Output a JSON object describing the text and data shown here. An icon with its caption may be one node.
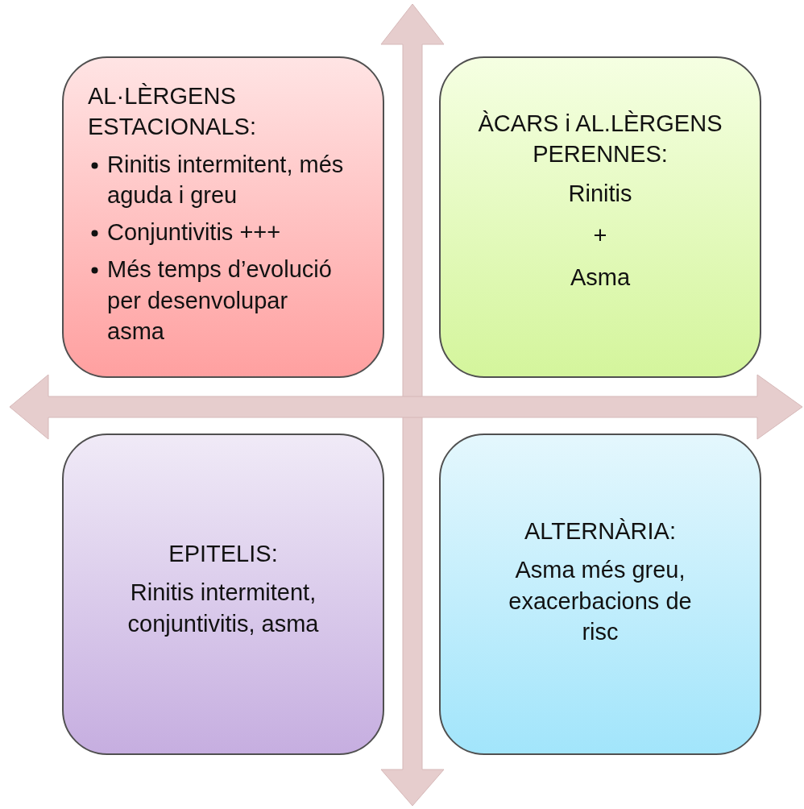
{
  "diagram": {
    "nodes": [
      {
        "text": [
          "AL·LÈRGENS ESTACIONALS:",
          "Rinitis intermitent, més aguda i greu",
          "Conjuntivitis +++",
          "Més temps d’evolució per desenvolupar asma"
        ]
      },
      {
        "text": [
          "ÀCARS i AL.LÈRGENS PERENNES:",
          "Rinitis",
          "+",
          "Asma"
        ]
      },
      {
        "text": [
          "EPITELIS:",
          "Rinitis intermitent, conjuntivitis, asma"
        ]
      },
      {
        "text": [
          "ALTERNÀRIA:",
          "Asma més greu, exacerbacions de risc"
        ]
      }
    ]
  }
}
